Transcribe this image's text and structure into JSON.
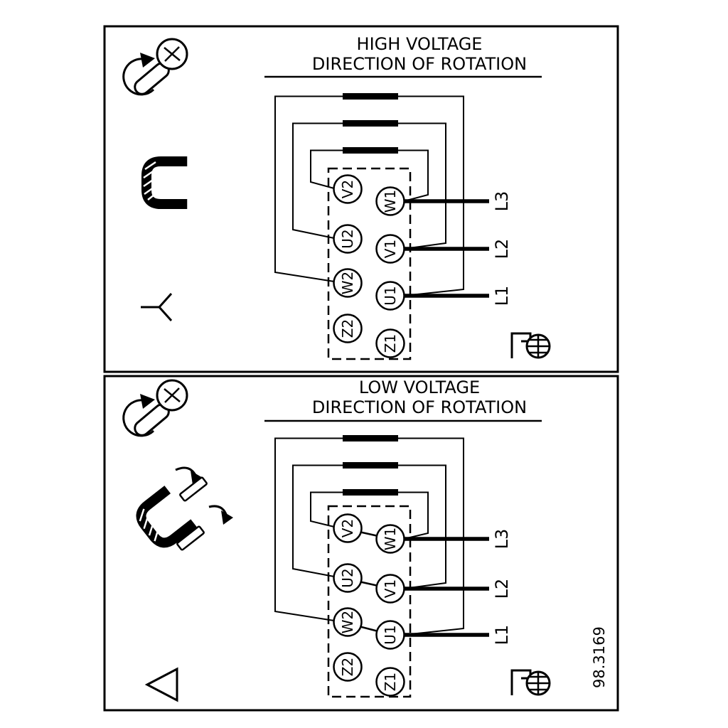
{
  "high_voltage_panel": {
    "title": "HIGH VOLTAGE",
    "subtitle": "DIRECTION OF ROTATION",
    "connection": "star"
  },
  "low_voltage_panel": {
    "title": "LOW VOLTAGE",
    "subtitle": "DIRECTION OF ROTATION",
    "connection": "delta"
  },
  "terminals": {
    "left_column": [
      "V2",
      "U2",
      "W2",
      "Z2"
    ],
    "right_column": [
      "W1",
      "V1",
      "U1",
      "Z1"
    ]
  },
  "supply_lines": [
    "L3",
    "L2",
    "L1"
  ],
  "drawing_number": "98.3169",
  "icons": {
    "screw": "screw-rotation-icon",
    "link_bracket": "terminal-link-bracket-icon",
    "star": "star-connection-symbol",
    "delta": "delta-connection-symbol",
    "terminal_screw": "terminal-screw-icon"
  },
  "colors": {
    "line": "#000000",
    "background": "#ffffff"
  }
}
